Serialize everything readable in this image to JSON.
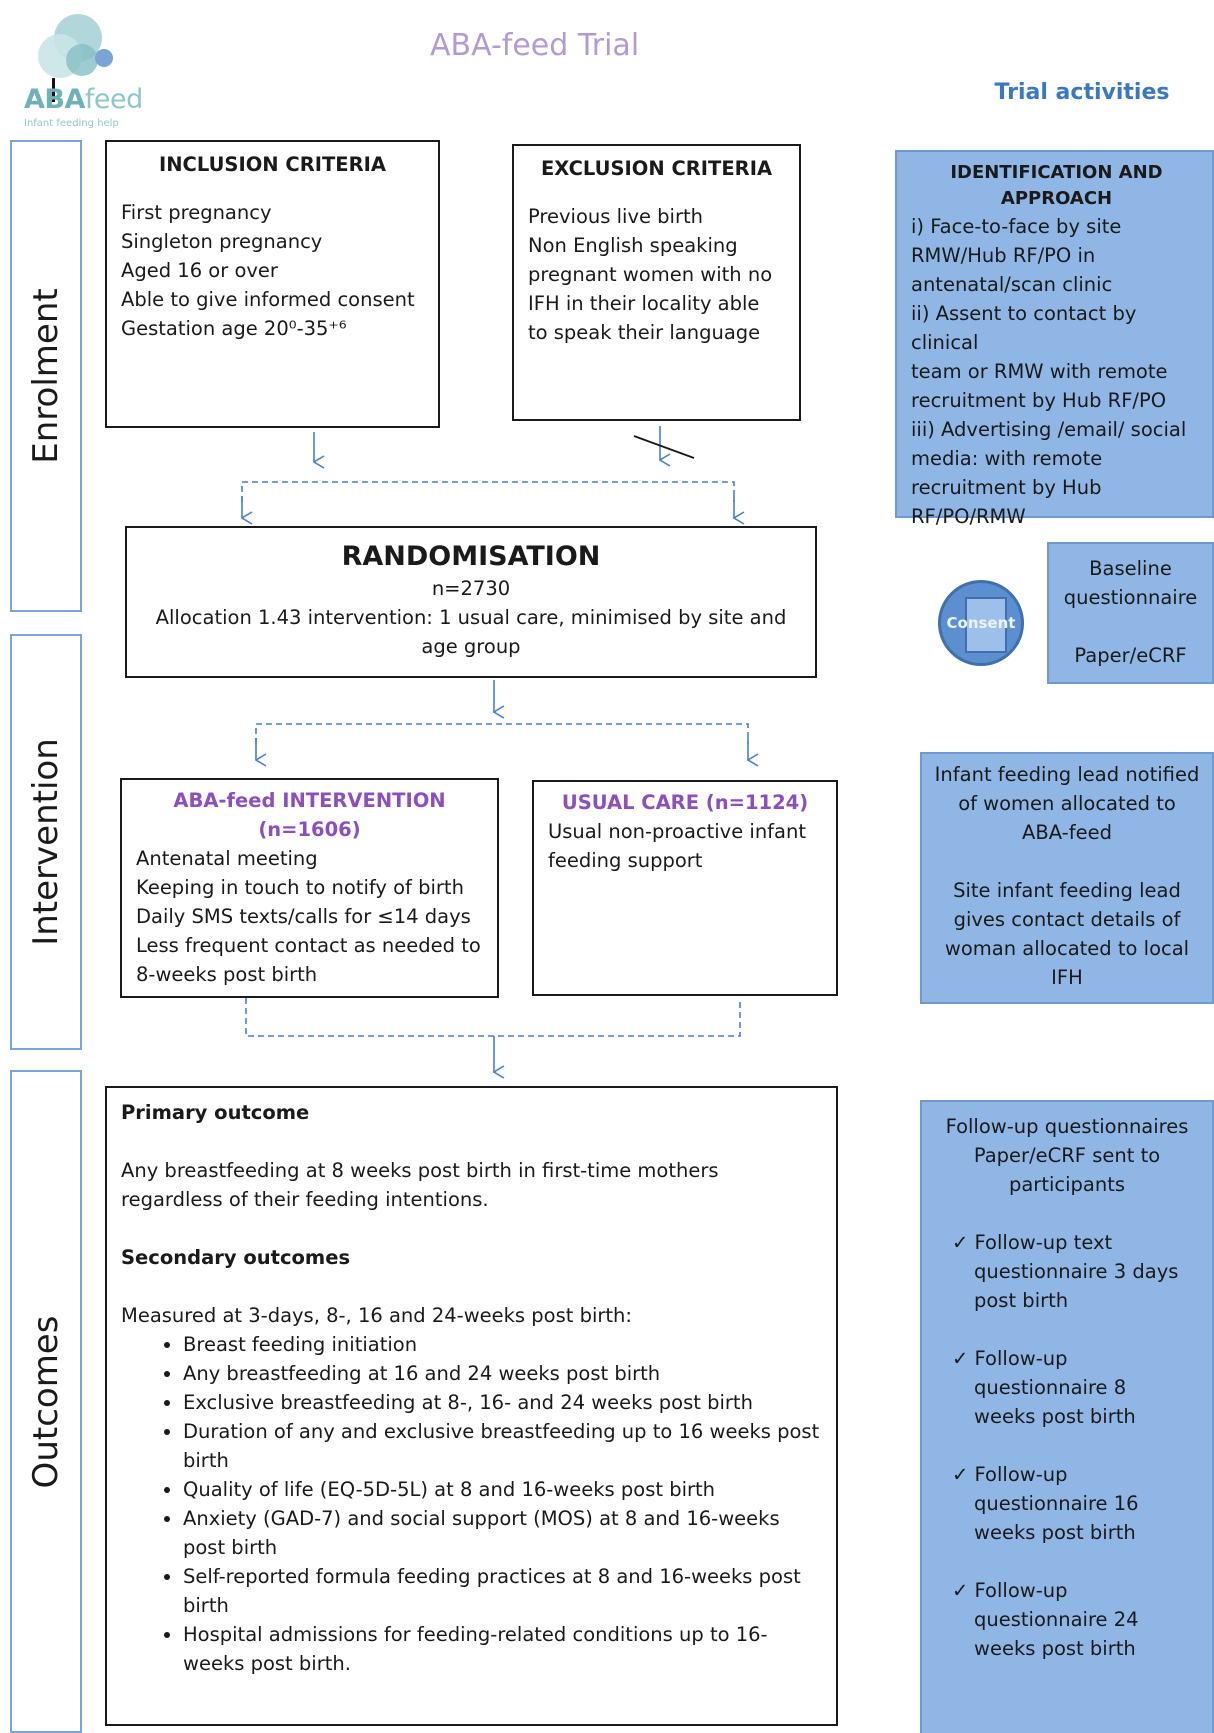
{
  "header": {
    "title": "ABA-feed Trial",
    "trial_activities": "Trial activities",
    "logo_text_a": "ABA",
    "logo_text_b": "feed",
    "logo_sub": "Infant feeding help"
  },
  "phases": {
    "enrolment": "Enrolment",
    "intervention": "Intervention",
    "outcomes": "Outcomes"
  },
  "inclusion": {
    "heading": "INCLUSION CRITERIA",
    "items": [
      "First pregnancy",
      "Singleton pregnancy",
      "Aged 16 or over",
      "Able to give informed consent",
      "Gestation age 20⁰-35⁺⁶"
    ]
  },
  "exclusion": {
    "heading": "EXCLUSION CRITERIA",
    "items": [
      "Previous live birth",
      "Non English speaking",
      "pregnant women with no",
      "IFH in their locality able",
      "to speak their language"
    ]
  },
  "randomisation": {
    "heading": "RANDOMISATION",
    "n": "n=2730",
    "line1": "Allocation 1.43 intervention: 1 usual care, minimised by site and",
    "line2": "age group"
  },
  "intervention_arm": {
    "heading1": "ABA-feed INTERVENTION",
    "heading2": "(n=1606)",
    "items": [
      "Antenatal meeting",
      "Keeping in touch to notify of birth",
      "Daily SMS texts/calls for ≤14 days",
      "Less frequent contact as needed to",
      "8-weeks post birth"
    ]
  },
  "usual_care": {
    "heading": "USUAL CARE (n=1124)",
    "items": [
      "Usual non-proactive infant",
      "feeding support"
    ]
  },
  "outcomes_box": {
    "primary_heading": "Primary outcome",
    "primary_line1": "Any breastfeeding at 8 weeks post birth in first-time mothers",
    "primary_line2": "regardless of their feeding intentions.",
    "secondary_heading": "Secondary outcomes",
    "measured": "Measured at 3-days, 8-, 16 and 24-weeks post birth:",
    "bullets": [
      [
        "Breast feeding initiation"
      ],
      [
        "Any breastfeeding at 16 and 24 weeks post birth"
      ],
      [
        "Exclusive breastfeeding at 8-, 16- and 24 weeks post birth"
      ],
      [
        "Duration of any and exclusive breastfeeding up to 16 weeks post",
        "birth"
      ],
      [
        "Quality of life (EQ-5D-5L) at 8 and 16-weeks post birth"
      ],
      [
        "Anxiety (GAD-7) and social support (MOS) at 8 and 16-weeks",
        "post birth"
      ],
      [
        "Self-reported formula feeding practices at 8 and 16-weeks post",
        "birth"
      ],
      [
        "Hospital admissions for feeding-related conditions up to 16-",
        "weeks post birth."
      ]
    ]
  },
  "activities": {
    "identification": {
      "heading1": "IDENTIFICATION AND",
      "heading2": "APPROACH",
      "lines": [
        "i) Face-to-face by site",
        "RMW/Hub RF/PO in",
        "antenatal/scan clinic",
        "ii) Assent to contact by clinical",
        "team or RMW with remote",
        "recruitment by Hub RF/PO",
        "iii) Advertising /email/ social",
        "media: with remote",
        "recruitment by Hub",
        "RF/PO/RMW"
      ]
    },
    "consent_label": "Consent",
    "baseline": {
      "lines": [
        "Baseline",
        "questionnaire",
        "",
        "Paper/eCRF"
      ]
    },
    "ifl": {
      "lines": [
        "Infant feeding lead notified",
        "of women allocated to",
        "ABA-feed",
        "",
        "Site infant feeding lead",
        "gives contact details of",
        "woman allocated to local",
        "IFH"
      ]
    },
    "followup": {
      "lines": [
        "Follow-up questionnaires",
        "Paper/eCRF sent to",
        "participants"
      ],
      "checks": [
        [
          "✓ Follow-up text",
          "questionnaire 3 days",
          "post birth"
        ],
        [
          "✓ Follow-up",
          "questionnaire 8",
          "weeks post birth"
        ],
        [
          "✓ Follow-up",
          "questionnaire 16",
          "weeks post birth"
        ],
        [
          "✓ Follow-up",
          "questionnaire 24",
          "weeks post birth"
        ]
      ]
    }
  }
}
